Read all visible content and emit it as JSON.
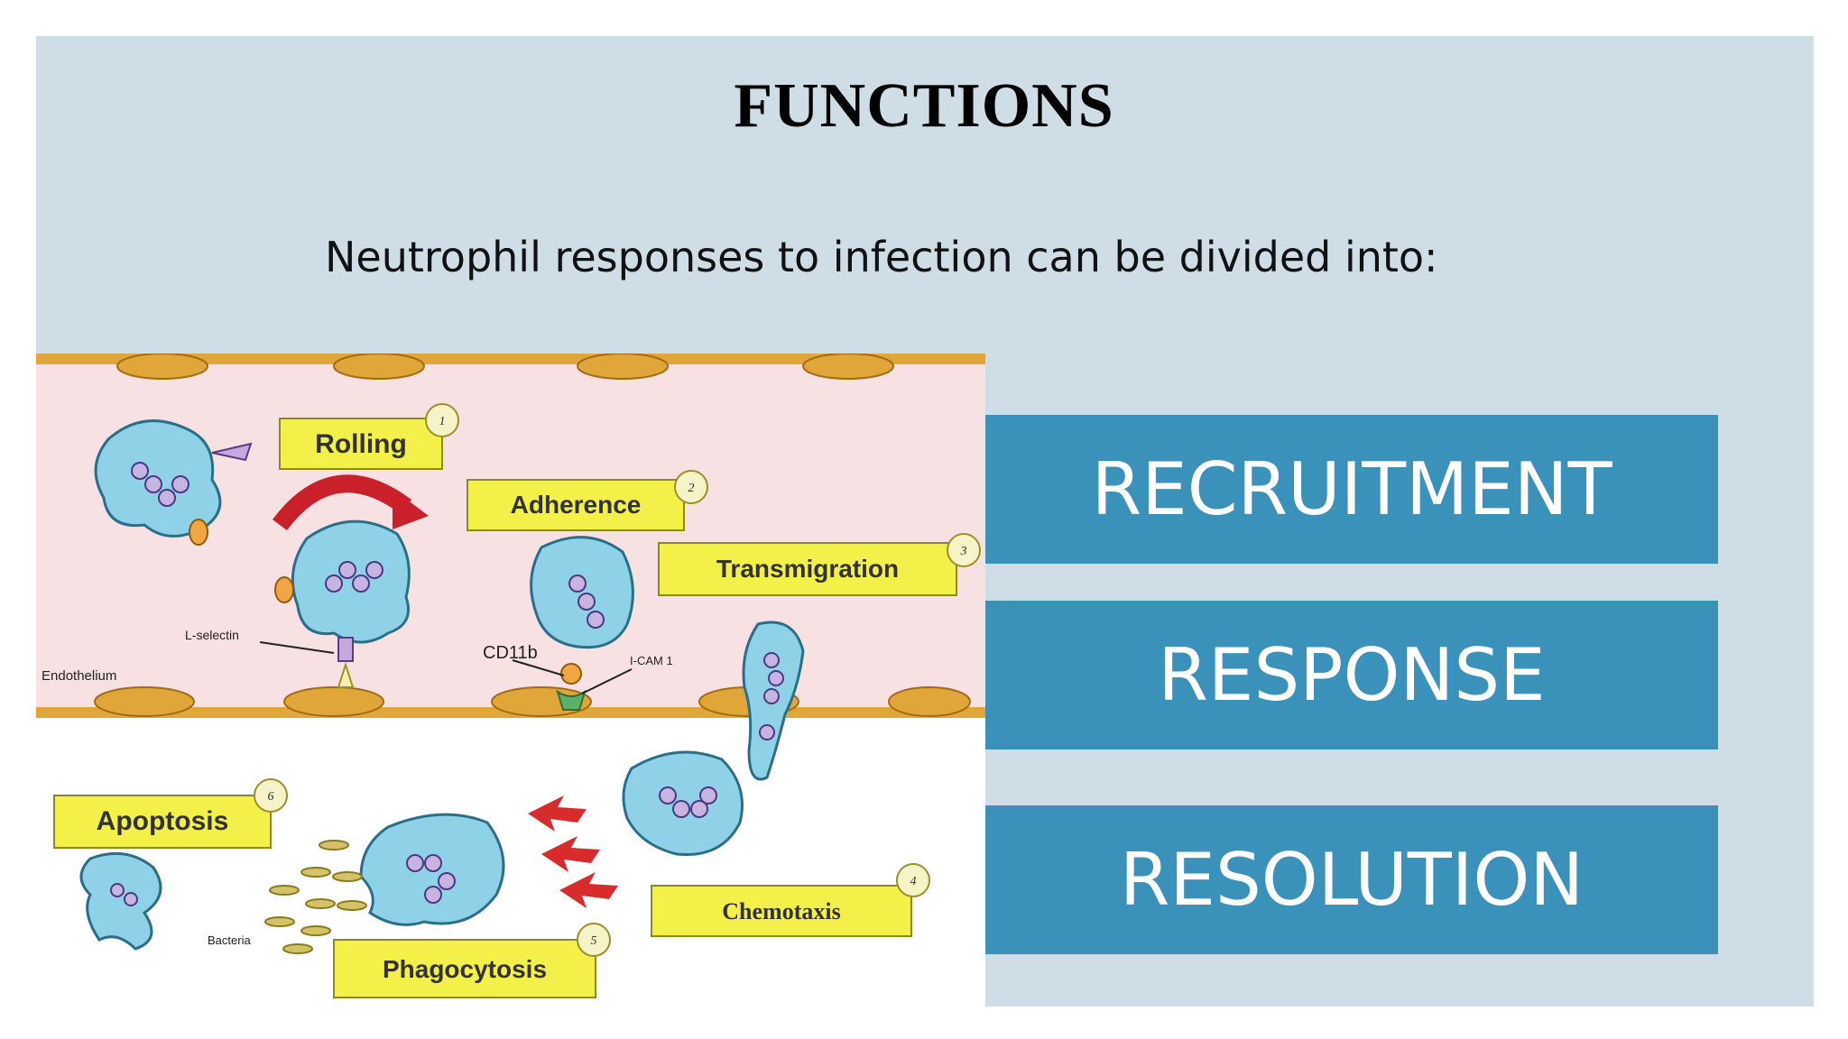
{
  "title": "FUNCTIONS",
  "subtitle": "Neutrophil responses to infection can be divided into:",
  "diagram": {
    "labels": {
      "rolling": "Rolling",
      "adherence": "Adherence",
      "transmigration": "Transmigration",
      "apoptosis": "Apoptosis",
      "phagocytosis": "Phagocytosis",
      "chemotaxis": "Chemotaxis"
    },
    "steps": {
      "rolling": "1",
      "adherence": "2",
      "transmigration": "3",
      "chemotaxis": "4",
      "phagocytosis": "5",
      "apoptosis": "6"
    },
    "annotations": {
      "l_selectin": "L-selectin",
      "endothelium": "Endothelium",
      "cd11b": "CD11b",
      "icam": "I-CAM 1",
      "bacteria": "Bacteria"
    },
    "colors": {
      "vessel": "#f8e1e3",
      "endothelium": "#e0a63a",
      "cell": "#8fd1e6",
      "label_box": "#f3f04a",
      "arrow": "#d82b2b"
    }
  },
  "categories": [
    "RECRUITMENT",
    "RESPONSE",
    "RESOLUTION"
  ],
  "colors": {
    "slide_bg": "#cfdde7",
    "box": "#3a92bb",
    "box_text": "#ffffff"
  }
}
